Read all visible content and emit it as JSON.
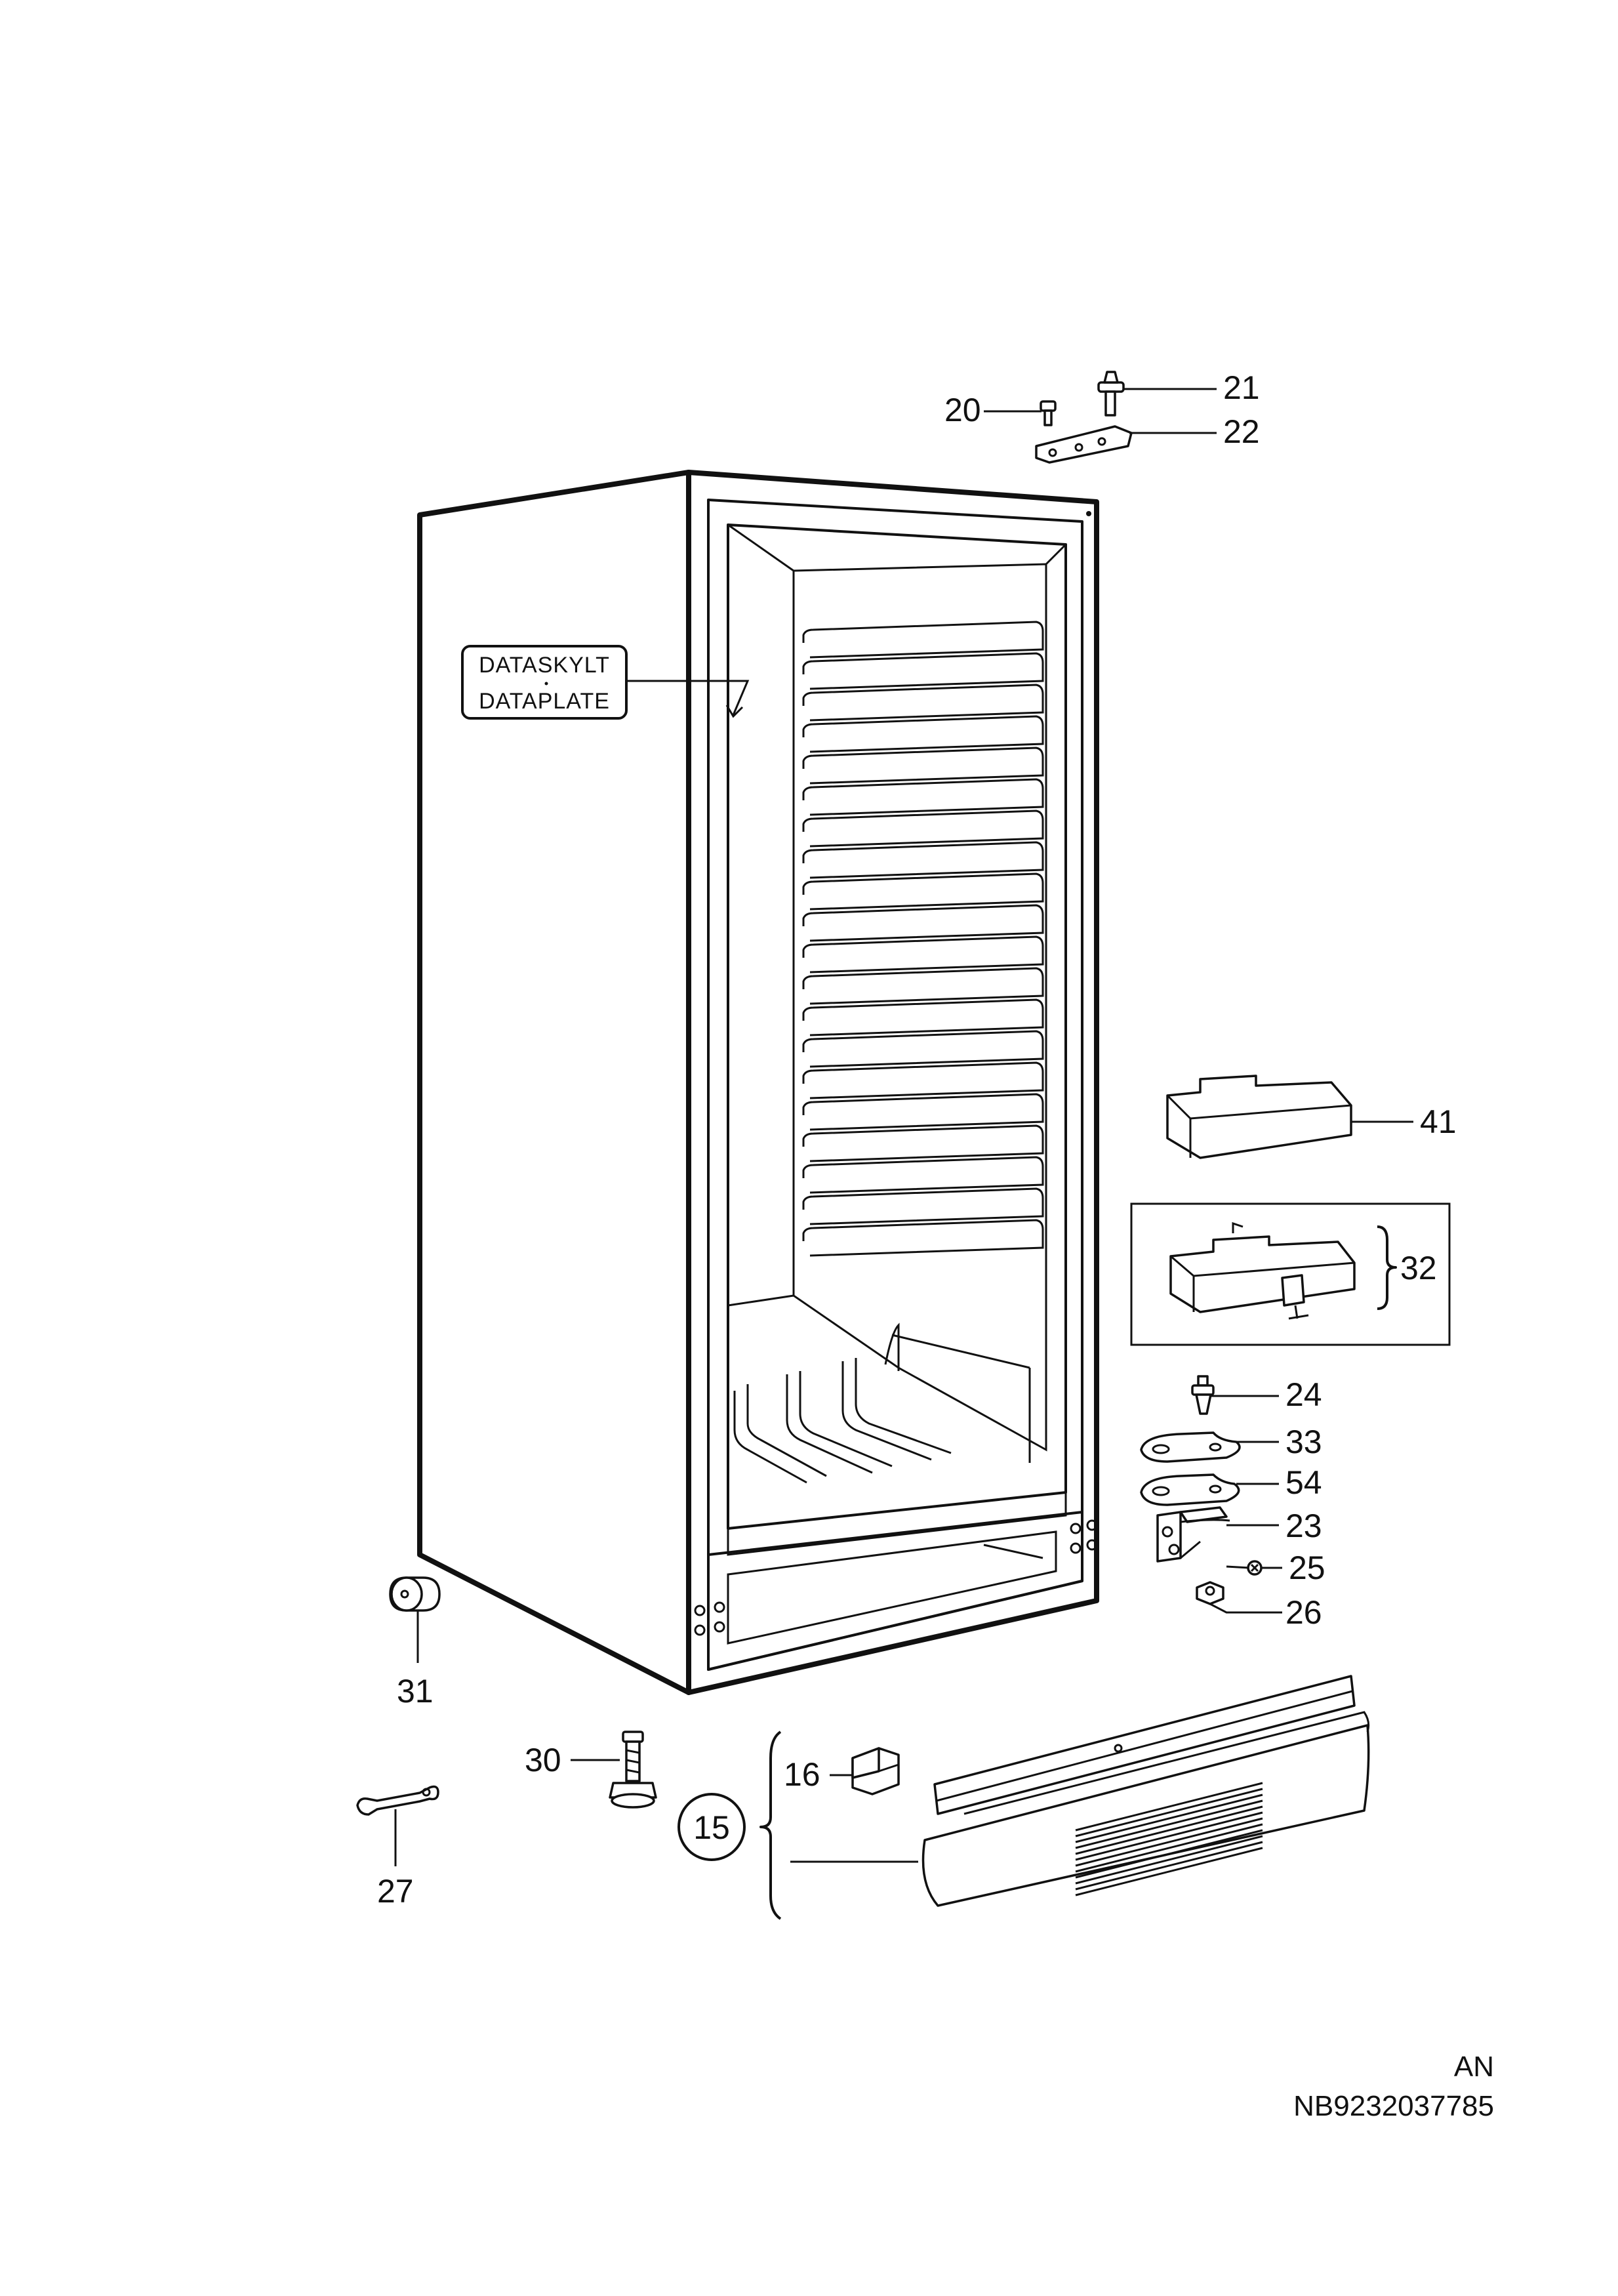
{
  "callouts": {
    "c15": "15",
    "c16": "16",
    "c20": "20",
    "c21": "21",
    "c22": "22",
    "c23": "23",
    "c24": "24",
    "c25": "25",
    "c26": "26",
    "c27": "27",
    "c30": "30",
    "c31": "31",
    "c32": "32",
    "c33": "33",
    "c41": "41",
    "c54": "54"
  },
  "dataplate": {
    "line1": "DATASKYLT",
    "line2": "DATAPLATE"
  },
  "footer": {
    "code": "AN",
    "ref": "NB9232037785"
  },
  "colors": {
    "ink": "#111111",
    "background": "#ffffff"
  }
}
